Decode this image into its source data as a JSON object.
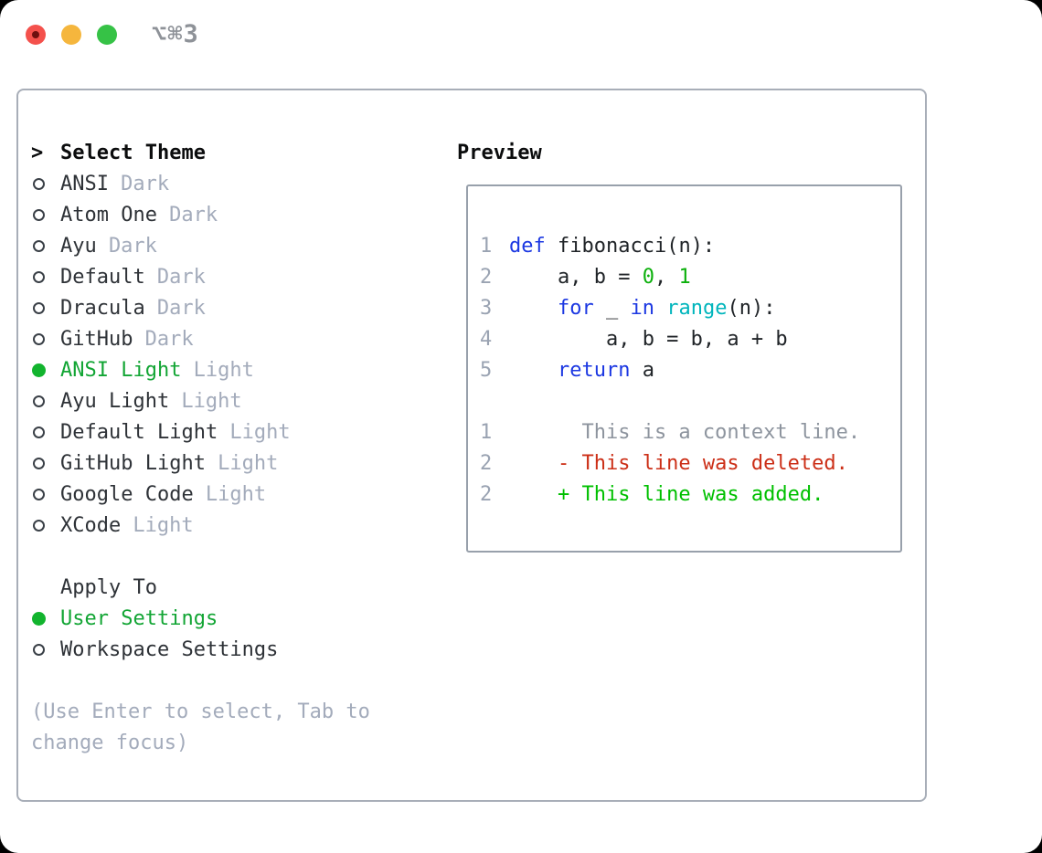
{
  "titlebar": {
    "shortcut": "⌥⌘3"
  },
  "colors": {
    "traffic_red": "#f4514c",
    "traffic_red_dot": "#6d100f",
    "traffic_yellow": "#f5b63d",
    "traffic_green": "#36c246",
    "titlebar_gray": "#8e9298",
    "panel_border": "#a8aeb8",
    "preview_border": "#98a0ab",
    "header_black": "#0b0c0d",
    "text_dark": "#2e3237",
    "muted_gray": "#a3abbb",
    "lineno_gray": "#9aa3b2",
    "context_gray": "#8d949e",
    "radio_ring": "#3a4047",
    "bullet_green": "#12b42e",
    "accent_green": "#12a534",
    "keyword_blue": "#1c38e2",
    "builtin_cyan": "#00b5bc",
    "number_green": "#0cb00c",
    "added_green": "#00c000",
    "deleted_red": "#cc2f17",
    "code_fg": "#202428"
  },
  "theme_list": {
    "header_marker": ">",
    "header": "Select Theme",
    "items": [
      {
        "name": "ANSI",
        "variant": "Dark",
        "selected": false
      },
      {
        "name": "Atom One",
        "variant": "Dark",
        "selected": false
      },
      {
        "name": "Ayu",
        "variant": "Dark",
        "selected": false
      },
      {
        "name": "Default",
        "variant": "Dark",
        "selected": false
      },
      {
        "name": "Dracula",
        "variant": "Dark",
        "selected": false
      },
      {
        "name": "GitHub",
        "variant": "Dark",
        "selected": false
      },
      {
        "name": "ANSI Light",
        "variant": "Light",
        "selected": true
      },
      {
        "name": "Ayu Light",
        "variant": "Light",
        "selected": false
      },
      {
        "name": "Default Light",
        "variant": "Light",
        "selected": false
      },
      {
        "name": "GitHub Light",
        "variant": "Light",
        "selected": false
      },
      {
        "name": "Google Code",
        "variant": "Light",
        "selected": false
      },
      {
        "name": "XCode",
        "variant": "Light",
        "selected": false
      }
    ]
  },
  "apply_to": {
    "header": "Apply To",
    "options": [
      {
        "label": "User Settings",
        "selected": true
      },
      {
        "label": "Workspace Settings",
        "selected": false
      }
    ]
  },
  "hint_lines": [
    "(Use Enter to select, Tab to",
    "change focus)"
  ],
  "preview": {
    "header": "Preview",
    "lines": [
      {
        "num": "1",
        "tokens": [
          {
            "text": "def",
            "c": "kw"
          },
          {
            "text": " fibonacci(n):",
            "c": "fg"
          }
        ]
      },
      {
        "num": "2",
        "tokens": [
          {
            "text": "    a, b = ",
            "c": "fg"
          },
          {
            "text": "0",
            "c": "num"
          },
          {
            "text": ", ",
            "c": "fg"
          },
          {
            "text": "1",
            "c": "num"
          }
        ]
      },
      {
        "num": "3",
        "tokens": [
          {
            "text": "    ",
            "c": "fg"
          },
          {
            "text": "for",
            "c": "kw"
          },
          {
            "text": " _ ",
            "c": "fg"
          },
          {
            "text": "in",
            "c": "kw"
          },
          {
            "text": " ",
            "c": "fg"
          },
          {
            "text": "range",
            "c": "cyan"
          },
          {
            "text": "(n):",
            "c": "fg"
          }
        ]
      },
      {
        "num": "4",
        "tokens": [
          {
            "text": "        a, b = b, a + b",
            "c": "fg"
          }
        ]
      },
      {
        "num": "5",
        "tokens": [
          {
            "text": "    ",
            "c": "fg"
          },
          {
            "text": "return",
            "c": "kw"
          },
          {
            "text": " a",
            "c": "fg"
          }
        ]
      },
      {
        "num": "",
        "tokens": []
      },
      {
        "num": "1",
        "tokens": [
          {
            "text": "      This is a context line.",
            "c": "ctx"
          }
        ]
      },
      {
        "num": "2",
        "tokens": [
          {
            "text": "    - This line was deleted.",
            "c": "del"
          }
        ]
      },
      {
        "num": "2",
        "tokens": [
          {
            "text": "    + This line was added.",
            "c": "add"
          }
        ]
      }
    ]
  }
}
